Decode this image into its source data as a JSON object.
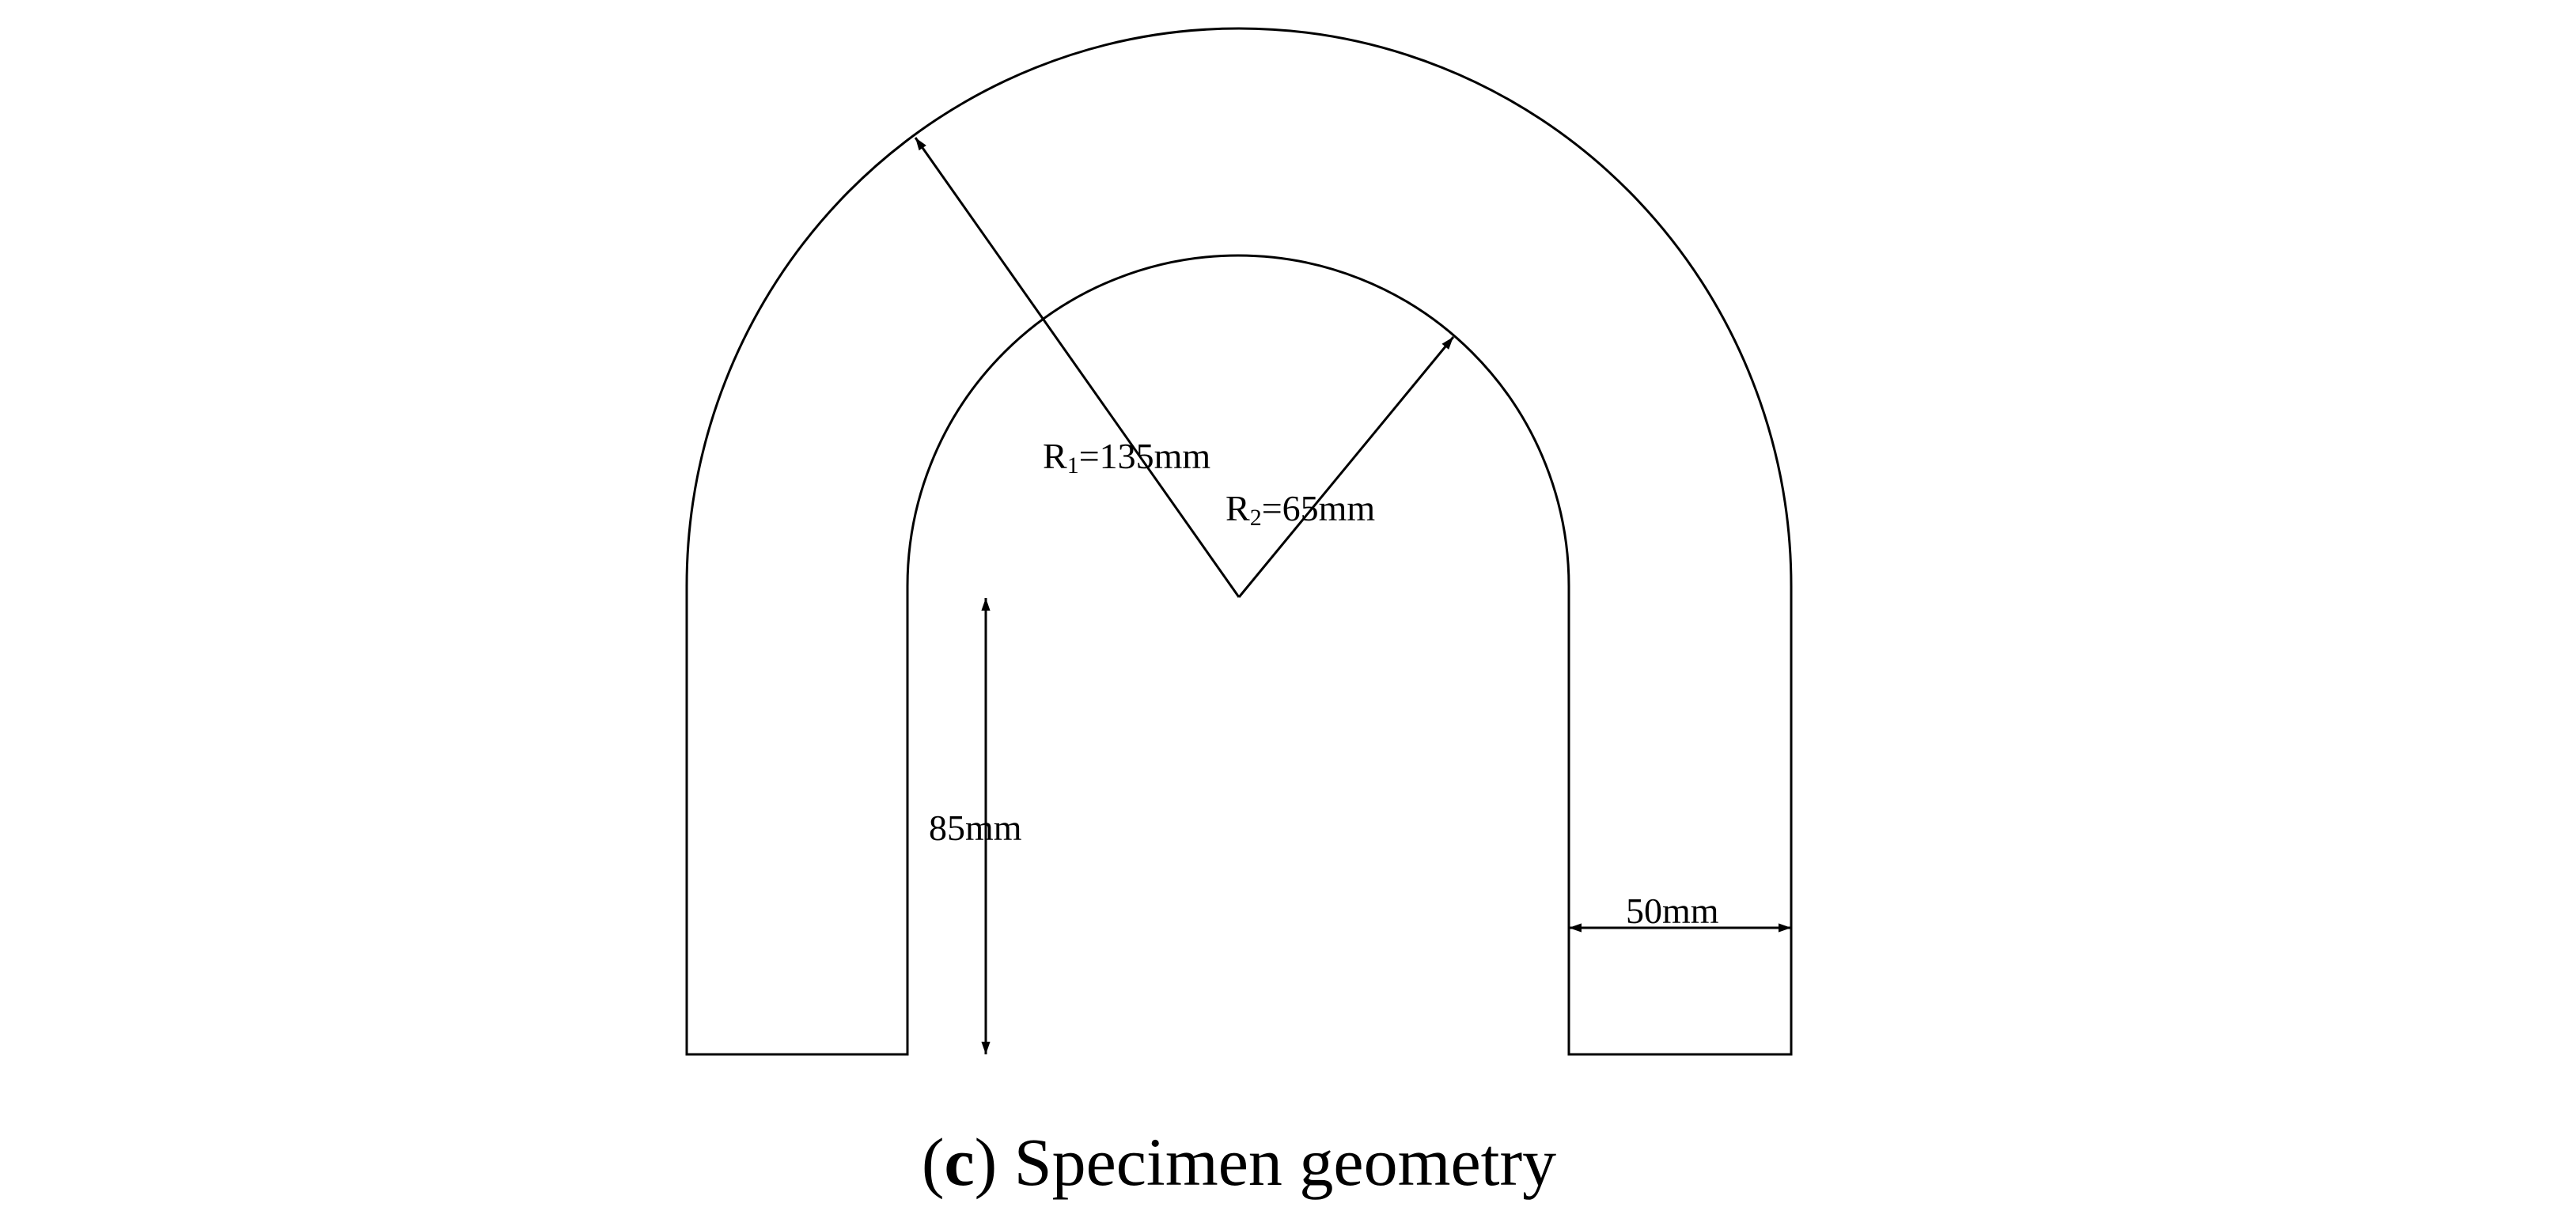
{
  "diagram": {
    "outer_radius_label": {
      "symbol": "R",
      "subscript": "1",
      "value": "=135mm"
    },
    "inner_radius_label": {
      "symbol": "R",
      "subscript": "2",
      "value": "=65mm"
    },
    "leg_length_label": "85mm",
    "width_label": "50mm",
    "line_color": "#000000"
  },
  "caption": {
    "open_paren": "(",
    "letter": "c",
    "close_paren": ")",
    "text": " Specimen geometry"
  }
}
